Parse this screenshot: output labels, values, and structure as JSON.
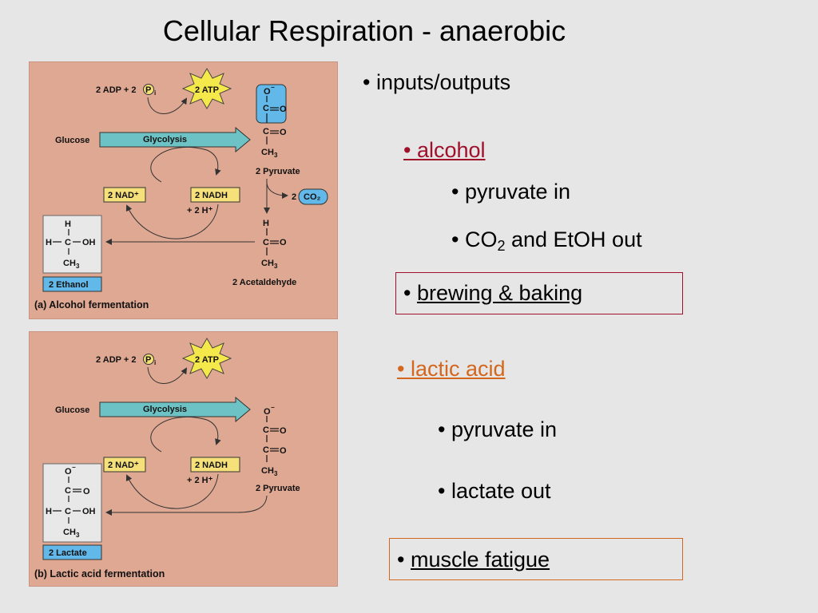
{
  "title": "Cellular Respiration - anaerobic",
  "bullets": {
    "io": "• inputs/outputs",
    "alcohol": "• alcohol",
    "alc_in": "• pyruvate in",
    "alc_out_prefix": "• CO",
    "alc_out_sub": "2",
    "alc_out_suffix": " and EtOH out",
    "brewing": "brewing & baking",
    "bullet": "• ",
    "lactic": "• lactic acid",
    "lac_in": "• pyruvate in",
    "lac_out": "• lactate out",
    "fatigue": "muscle fatigue"
  },
  "colors": {
    "alcohol": "#a0102a",
    "lactic": "#d4661e",
    "panel_bg": "#dfa892",
    "glycolysis_arrow": "#6cc2c4",
    "atp_star": "#f5e84a",
    "nad_box": "#f5e07a",
    "product_box": "#62b8e8"
  },
  "diagram_a": {
    "adp": "2 ADP + 2",
    "pi": "P",
    "pi_sub": "i",
    "atp": "2 ATP",
    "glucose": "Glucose",
    "glycolysis": "Glycolysis",
    "nad": "2 NAD⁺",
    "nadh": "2 NADH",
    "h": "+ 2 H⁺",
    "pyruvate": "2 Pyruvate",
    "co2": "CO₂",
    "co2_prefix": "2",
    "acetaldehyde": "2 Acetaldehyde",
    "product": "2 Ethanol",
    "caption": "(a) Alcohol fermentation"
  },
  "diagram_b": {
    "adp": "2 ADP + 2",
    "pi": "P",
    "pi_sub": "i",
    "atp": "2 ATP",
    "glucose": "Glucose",
    "glycolysis": "Glycolysis",
    "nad": "2 NAD⁺",
    "nadh": "2 NADH",
    "h": "+ 2 H⁺",
    "pyruvate": "2 Pyruvate",
    "product": "2 Lactate",
    "caption": "(b) Lactic acid fermentation"
  }
}
